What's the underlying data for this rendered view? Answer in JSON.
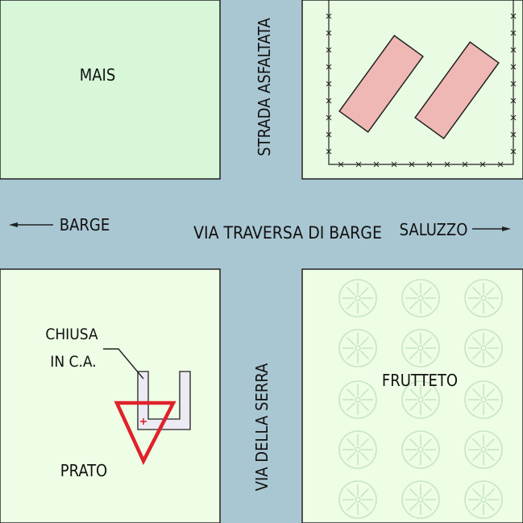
{
  "colors": {
    "road": "#a9c7d2",
    "mais_field": "#d7f7d8",
    "property_field": "#e9fbe3",
    "prato_field": "#eefde5",
    "frutteto_field": "#eefde5",
    "building_fill": "#efb8b4",
    "tree_stroke": "#c7e6c4",
    "symbol_red": "#e0212b",
    "wall_fill": "#eceaf3"
  },
  "areas": {
    "mais": "MAIS",
    "prato": "PRATO",
    "frutteto": "FRUTTETO"
  },
  "roads": {
    "vertical_north": "STRADA ASFALTATA",
    "vertical_south": "VIA DELLA SERRA",
    "horizontal": "VIA TRAVERSA DI BARGE"
  },
  "directions": {
    "west": "BARGE",
    "east": "SALUZZO"
  },
  "callout": {
    "line1": "CHIUSA",
    "line2": "IN C.A."
  },
  "icons": {
    "fence": "fence-icon",
    "tree": "tree-icon",
    "triangle": "triangle-symbol-icon",
    "arrow_west": "arrow-left-icon",
    "arrow_east": "arrow-right-icon"
  }
}
